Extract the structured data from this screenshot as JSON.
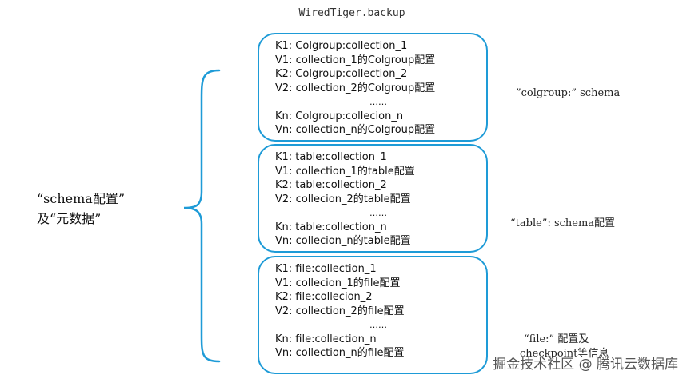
{
  "title": "WiredTiger.backup",
  "left_label": {
    "line1": "“schema配置”",
    "line2": "及“元数据”"
  },
  "boxes": [
    {
      "lines": [
        "K1: Colgroup:collection_1",
        "V1: collection_1的Colgroup配置",
        "K2: Colgroup:collection_2",
        "V2: collection_2的Colgroup配置",
        "……",
        "Kn: Colgroup:collecion_n",
        "Vn: collection_n的Colgroup配置"
      ],
      "side_label": "”colgroup:” schema"
    },
    {
      "lines": [
        "K1: table:collection_1",
        "V1: collection_1的table配置",
        "K2: table:collection_2",
        "V2: collecion_2的table配置",
        "……",
        "Kn: table:collection_n",
        "Vn: collecion_n的table配置"
      ],
      "side_label": "“table”: schema配置"
    },
    {
      "lines": [
        "K1: file:collection_1",
        "V1: collecion_1的file配置",
        "K2: file:collecion_2",
        "V2: collection_2的file配置",
        "……",
        "Kn: file:collection_n",
        "Vn: collection_n的file配置"
      ],
      "side_label": "“file:” 配置及",
      "side_label_cut": "checkpoint等信息"
    }
  ],
  "watermark": "掘金技术社区 @ 腾讯云数据库",
  "colors": {
    "box_border": "#1E9BD7",
    "brace": "#1E9BD7"
  }
}
